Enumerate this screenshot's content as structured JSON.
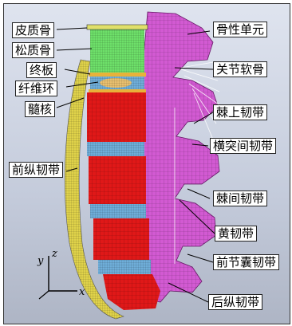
{
  "labels": {
    "cortical_bone": "皮质骨",
    "cancellous_bone": "松质骨",
    "endplate": "终板",
    "annulus_fibrosus": "纤维环",
    "nucleus_pulposus": "髓核",
    "anterior_longitudinal_ligament": "前纵韧带",
    "posterior_element": "骨性单元",
    "facet_cartilage": "关节软骨",
    "supraspinous_ligament": "棘上韧带",
    "intertransverse_ligament": "横突间韧带",
    "interspinous_ligament": "棘间韧带",
    "ligamentum_flavum": "黄韧带",
    "capsular_ligament": "前节囊韧带",
    "posterior_longitudinal_ligament": "后纵韧带"
  },
  "axes": {
    "y": "y",
    "z": "z",
    "x": "x"
  },
  "colors": {
    "cortical": "#e0e06a",
    "cancellous": "#6ee06a",
    "vertebra": "#e01818",
    "disc": "#6faed9",
    "posterior": "#d45ad4",
    "endplate": "#e8b23a",
    "ligament_line": "#ffffff"
  }
}
